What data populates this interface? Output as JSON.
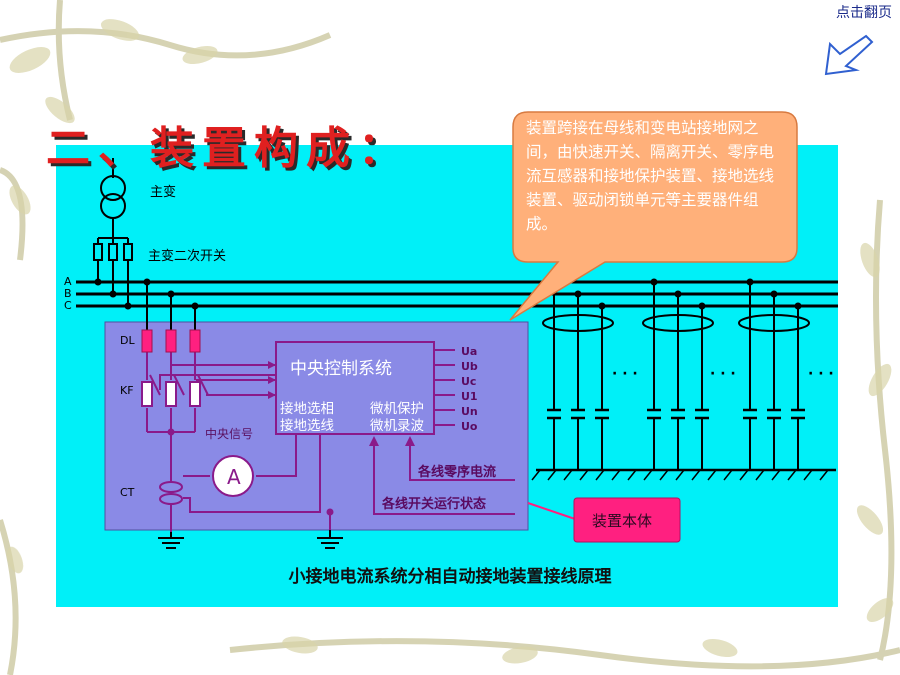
{
  "title": "二、装置构成：",
  "nav": {
    "next_page": "点击翻页"
  },
  "callout": {
    "text": "装置跨接在母线和变电站接地网之间，由快速开关、隔离开关、零序电流互感器和接地保护装置、接地选线装置、驱动闭锁单元等主要器件组成。"
  },
  "diagram": {
    "caption": "小接地电流系统分相自动接地装置接线原理",
    "labels": {
      "main_transformer": "主变",
      "secondary_switch": "主变二次开关",
      "bus_a": "A",
      "bus_b": "B",
      "bus_c": "C",
      "dl": "DL",
      "kf": "KF",
      "ct": "CT",
      "central_signal": "中央信号",
      "ammeter": "A",
      "ellipsis": "· · ·"
    },
    "control": {
      "title": "中央控制系统",
      "left_line1": "接地选相",
      "left_line2": "接地选线",
      "right_line1": "微机保护",
      "right_line2": "微机录波",
      "outputs": [
        "Ua",
        "Ub",
        "Uc",
        "U1",
        "Un",
        "Uo"
      ]
    },
    "inputs": {
      "zero_seq": "各线零序电流",
      "switch_state": "各线开关运行状态"
    },
    "device_body_label": "装置本体",
    "colors": {
      "panel": "#00f0f8",
      "device": "#8a8ae6",
      "wire": "#8a1a8a",
      "breaker": "#ff2080",
      "callout": "#ffb07a",
      "bus": "#000000"
    }
  }
}
